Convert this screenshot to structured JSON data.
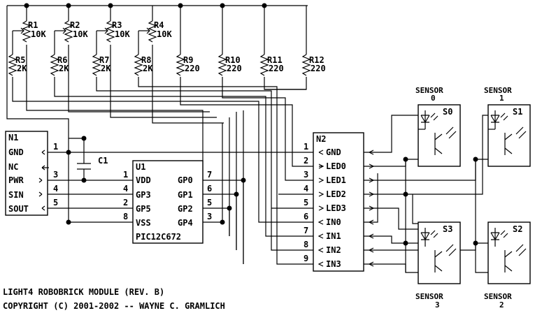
{
  "title": "LIGHT4 ROBOBRICK MODULE (REV. B)",
  "copyright": "COPYRIGHT (C) 2001-2002 -- WAYNE C. GRAMLICH",
  "n1": {
    "ref": "N1",
    "pins": [
      {
        "num": "1",
        "label": "GND"
      },
      {
        "num": "",
        "label": "NC"
      },
      {
        "num": "3",
        "label": "PWR"
      },
      {
        "num": "4",
        "label": "SIN"
      },
      {
        "num": "5",
        "label": "SOUT"
      }
    ]
  },
  "c1": {
    "ref": "C1"
  },
  "u1": {
    "ref": "U1",
    "part": "PIC12C672",
    "left": [
      {
        "num": "1",
        "label": "VDD"
      },
      {
        "num": "4",
        "label": "GP3"
      },
      {
        "num": "2",
        "label": "GP5"
      },
      {
        "num": "8",
        "label": "VSS"
      }
    ],
    "right": [
      {
        "num": "7",
        "label": "GP0"
      },
      {
        "num": "6",
        "label": "GP1"
      },
      {
        "num": "5",
        "label": "GP2"
      },
      {
        "num": "3",
        "label": "GP4"
      }
    ]
  },
  "n2": {
    "ref": "N2",
    "pins": [
      {
        "num": "1",
        "label": "GND"
      },
      {
        "num": "2",
        "label": "LED0"
      },
      {
        "num": "3",
        "label": "LED1"
      },
      {
        "num": "4",
        "label": "LED2"
      },
      {
        "num": "5",
        "label": "LED3"
      },
      {
        "num": "6",
        "label": "IN0"
      },
      {
        "num": "7",
        "label": "IN1"
      },
      {
        "num": "8",
        "label": "IN2"
      },
      {
        "num": "9",
        "label": "IN3"
      }
    ]
  },
  "pots": [
    {
      "ref": "R1",
      "value": "10K"
    },
    {
      "ref": "R2",
      "value": "10K"
    },
    {
      "ref": "R3",
      "value": "10K"
    },
    {
      "ref": "R4",
      "value": "10K"
    }
  ],
  "resistors": [
    {
      "ref": "R5",
      "value": "2K"
    },
    {
      "ref": "R6",
      "value": "2K"
    },
    {
      "ref": "R7",
      "value": "2K"
    },
    {
      "ref": "R8",
      "value": "2K"
    },
    {
      "ref": "R9",
      "value": "220"
    },
    {
      "ref": "R10",
      "value": "220"
    },
    {
      "ref": "R11",
      "value": "220"
    },
    {
      "ref": "R12",
      "value": "220"
    }
  ],
  "sensors": [
    {
      "ref": "S0",
      "title": "SENSOR",
      "num": "0"
    },
    {
      "ref": "S1",
      "title": "SENSOR",
      "num": "1"
    },
    {
      "ref": "S3",
      "title": "SENSOR",
      "num": "3"
    },
    {
      "ref": "S2",
      "title": "SENSOR",
      "num": "2"
    }
  ]
}
